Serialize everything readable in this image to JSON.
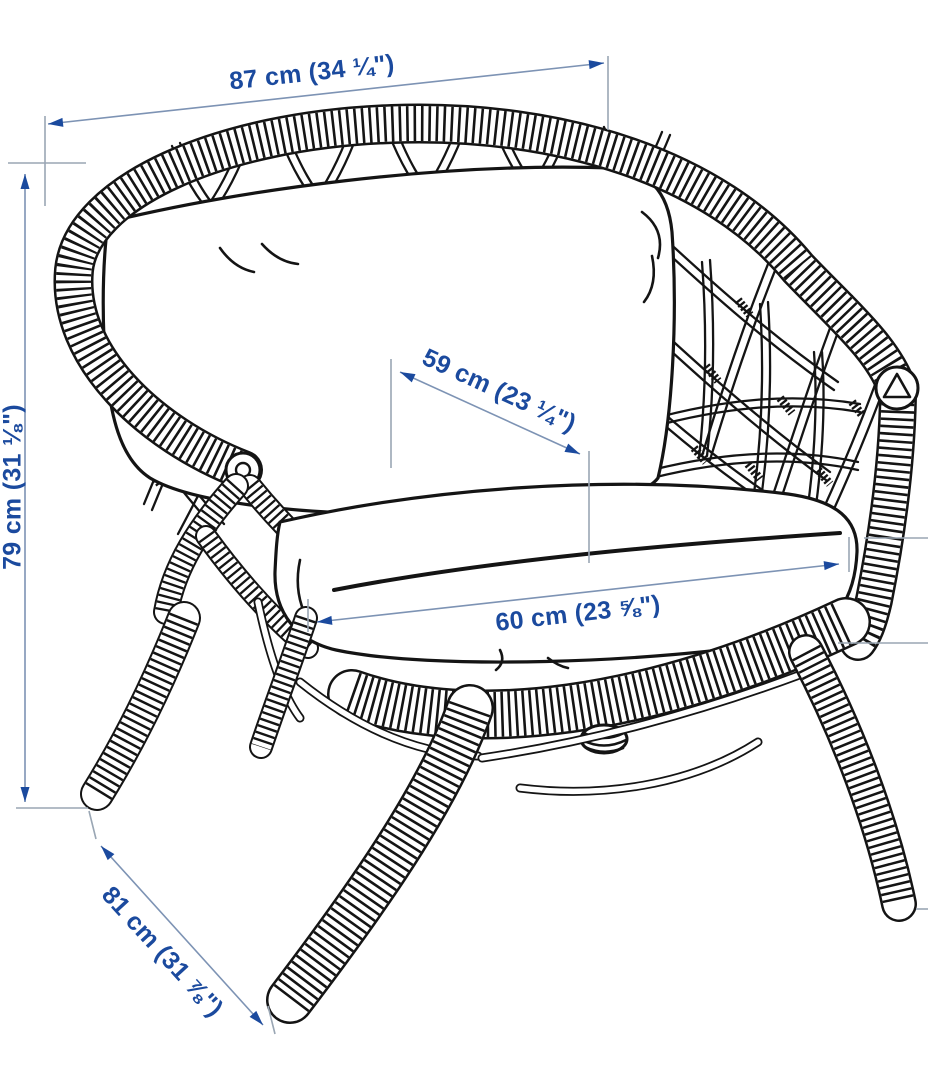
{
  "dimensions": {
    "overall_width": "87 cm (34 ¼\")",
    "overall_height": "79 cm (31 ⅛\")",
    "seat_depth": "59 cm (23 ¼\")",
    "seat_width": "60 cm (23 ⅝\")",
    "overall_depth": "81 cm (31 ⅞\")"
  },
  "colors": {
    "annotation_text": "#1b4a9e",
    "dimension_line": "#7d93b4",
    "extension_line": "#9aa6b4",
    "line_art": "#141414",
    "background": "#ffffff"
  }
}
